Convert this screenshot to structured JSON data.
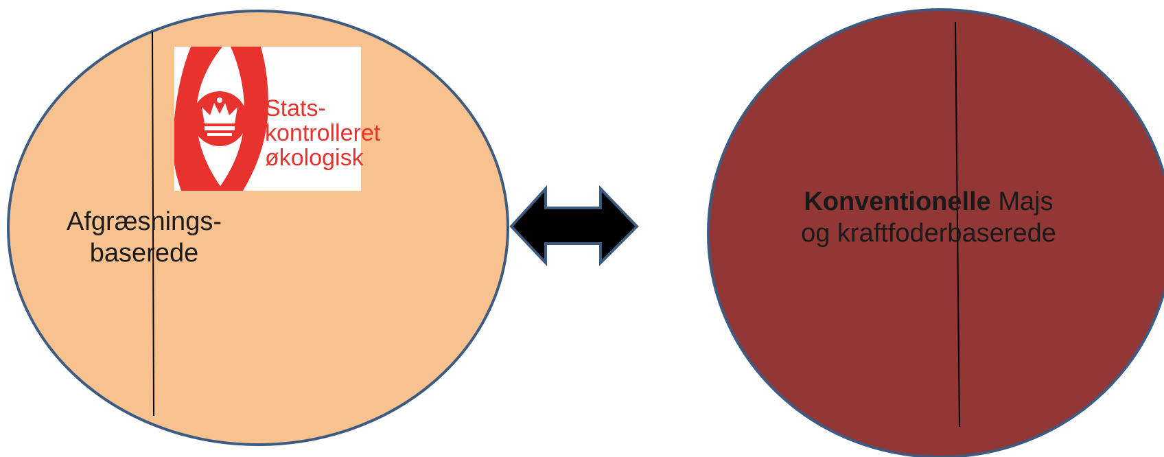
{
  "left_group": {
    "label_line1": "Afgræsnings-",
    "label_line2": "baserede",
    "fill_color": "#f8c290",
    "logo": {
      "icon": "crown-icon",
      "text_lines": [
        "Stats-",
        "kontrolleret",
        "økologisk"
      ],
      "color": "#e8322d"
    }
  },
  "right_group": {
    "label_bold": "Konventionelle",
    "label_rest": " Majs",
    "label_line2": "og kraftfoderbaserede",
    "fill_color": "#933636"
  },
  "connector": {
    "icon": "double-arrow-icon",
    "fill_color": "#000000",
    "stroke_color": "#3d5a80"
  },
  "outline_color": "#3d5a80"
}
